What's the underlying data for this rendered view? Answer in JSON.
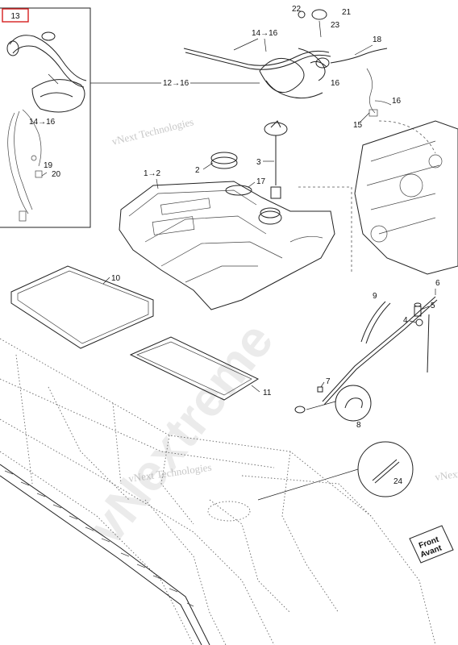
{
  "inset": {
    "label": "13",
    "label_color": "#d62020"
  },
  "callouts": {
    "c1": "1→2",
    "c2": "2",
    "c3": "3",
    "c4": "4",
    "c5": "5",
    "c6": "6",
    "c7": "7",
    "c8": "8",
    "c9": "9",
    "c10": "10",
    "c11": "11",
    "c12": "12→16",
    "c14a": "14→16",
    "c14b": "14→16",
    "c15": "15",
    "c16a": "16",
    "c16b": "16",
    "c17": "17",
    "c18": "18",
    "c19": "19",
    "c20": "20",
    "c21": "21",
    "c22": "22",
    "c23": "23",
    "c24": "24"
  },
  "badge": {
    "line1": "Front",
    "line2": "Avant"
  },
  "watermarks": {
    "company": "vNext Technologies",
    "big": "vNextreme"
  }
}
